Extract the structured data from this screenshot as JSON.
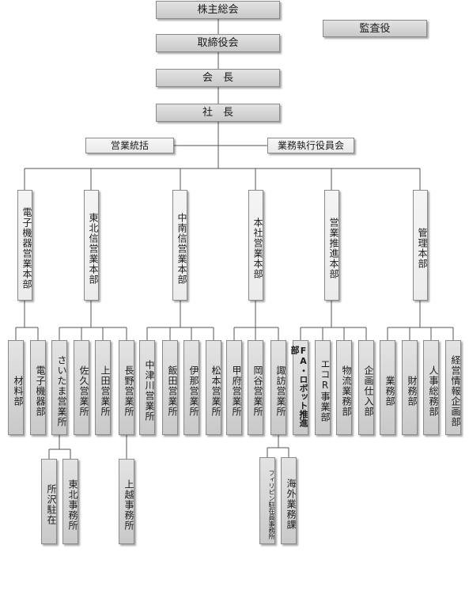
{
  "top": {
    "shareholders": "株主総会",
    "board": "取締役会",
    "chairman": "会　長",
    "president": "社　長",
    "auditor": "監査役"
  },
  "staff": {
    "sales_control": "営業統括",
    "exec_committee": "業務執行役員会"
  },
  "headquarters": [
    {
      "name": "電子機器営業本部",
      "units": [
        "材料部",
        "電子機器部"
      ]
    },
    {
      "name": "東北信営業本部",
      "units": [
        "さいたま営業所",
        "佐久営業所",
        "上田営業所",
        "長野営業所"
      ]
    },
    {
      "name": "中南信営業本部",
      "units": [
        "中津川営業所",
        "飯田営業所",
        "伊那営業所",
        "松本営業所"
      ]
    },
    {
      "name": "本社営業本部",
      "units": [
        "甲府営業所",
        "岡谷営業所",
        "諏訪営業所"
      ]
    },
    {
      "name": "営業推進本部",
      "units": [
        "FA・ロボット推進部",
        "エコR事業部",
        "物流業務部",
        "企画仕入部"
      ]
    },
    {
      "name": "管理本部",
      "units": [
        "業務部",
        "財務部",
        "人事総務部",
        "経営情報企画部"
      ]
    }
  ],
  "sub_offices": {
    "saitama": [
      "所沢駐在",
      "東北事務所"
    ],
    "nagano": [
      "上越事務所"
    ],
    "suwa": [
      "フィリピン駐在員事務所",
      "海外業務課"
    ]
  }
}
